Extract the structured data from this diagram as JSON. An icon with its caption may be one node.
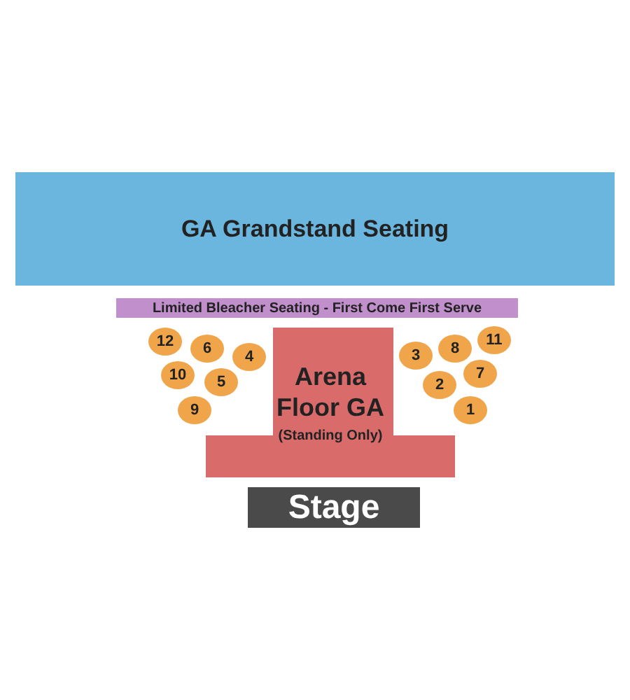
{
  "diagram": {
    "nodes": [
      {
        "text": [
          "GA Grandstand Seating"
        ]
      },
      {
        "text": [
          "Limited Bleacher Seating - First Come First Serve"
        ]
      },
      {
        "text": [
          "12"
        ]
      },
      {
        "text": [
          "6"
        ]
      },
      {
        "text": [
          "11"
        ]
      },
      {
        "text": [
          "8"
        ]
      },
      {
        "text": [
          "4"
        ]
      },
      {
        "text": [
          "3"
        ]
      },
      {
        "text": [
          "Arena Floor GA",
          "(Standing Only)"
        ]
      },
      {
        "text": [
          "10"
        ]
      },
      {
        "text": [
          "5"
        ]
      },
      {
        "text": [
          "2"
        ]
      },
      {
        "text": [
          "7"
        ]
      },
      {
        "text": [
          "9"
        ]
      },
      {
        "text": [
          "1"
        ]
      },
      {
        "text": [
          "Stage"
        ]
      }
    ]
  }
}
